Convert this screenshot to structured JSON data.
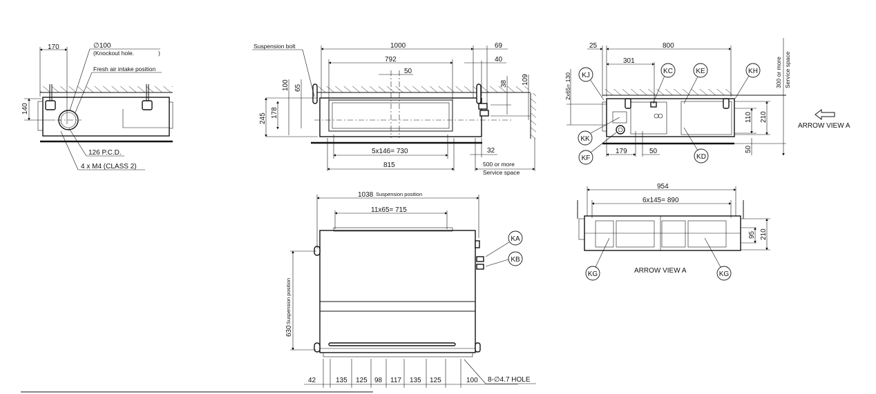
{
  "side_view": {
    "dim_170": "170",
    "dim_140": "140",
    "knockout_diameter": "∅100",
    "knockout_note_open": "(Knockout hole.",
    "knockout_note_close": ")",
    "fresh_air_label": "Fresh air intake position",
    "pcd_label": "126 P.C.D.",
    "screw_label": "4 x M4 (CLASS 2)"
  },
  "front_view": {
    "suspension_bolt_label": "Suspension bolt",
    "dim_1000": "1000",
    "dim_69": "69",
    "dim_792": "792",
    "dim_40": "40",
    "dim_50": "50",
    "dim_100": "100",
    "dim_65": "65",
    "dim_38": "38",
    "dim_109": "109",
    "dim_245": "245",
    "dim_178": "178",
    "dim_730": "5x146= 730",
    "dim_32": "32",
    "dim_815": "815",
    "service_space_dim": "500  or more",
    "service_space_label": "Service space"
  },
  "right_view": {
    "dim_25": "25",
    "dim_800": "800",
    "dim_301": "301",
    "dim_130": "2x65= 130",
    "dim_179": "179",
    "dim_50_bottom": "50",
    "dim_110": "110",
    "dim_210": "210",
    "dim_50_right": "50",
    "service_space_dim": "300  or more",
    "service_space_label": "Service space",
    "arrow_label": "ARROW VIEW A",
    "callouts": [
      "KJ",
      "KC",
      "KE",
      "KH",
      "KK",
      "KF",
      "KD"
    ]
  },
  "plan_view": {
    "dim_1038": "1038",
    "suspension_position_label": "Suspension position",
    "dim_715": "11x65= 715",
    "dim_630": "630",
    "suspension_position_vertical": "Suspension position",
    "bottom_dims": [
      "42",
      "135",
      "125",
      "98",
      "117",
      "135",
      "125",
      "100"
    ],
    "hole_label": "8-∅4.7 HOLE",
    "callouts": [
      "KA",
      "KB"
    ]
  },
  "arrow_view": {
    "dim_954": "954",
    "dim_890": "6x145= 890",
    "dim_95": "95",
    "dim_210": "210",
    "title": "ARROW VIEW A",
    "callouts": [
      "KG",
      "KG"
    ]
  }
}
